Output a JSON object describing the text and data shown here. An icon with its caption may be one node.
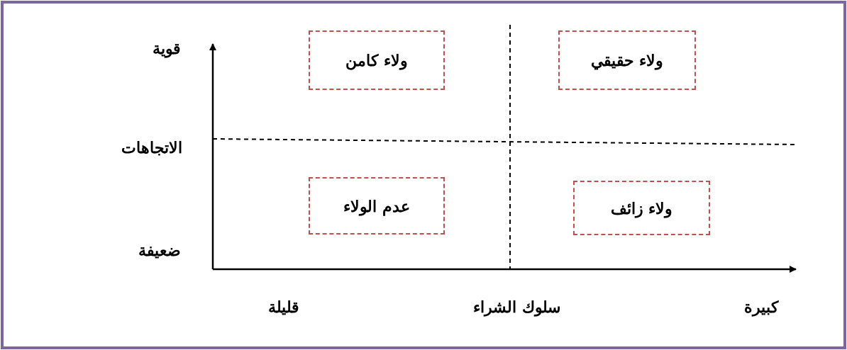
{
  "diagram": {
    "nodes": [
      {
        "text": [
          "ولاء كامن"
        ]
      },
      {
        "text": [
          "ولاء حقيقي"
        ]
      },
      {
        "text": [
          "عدم الولاء"
        ]
      },
      {
        "text": [
          "ولاء زائف"
        ]
      }
    ],
    "labels": [
      "قوية",
      "الاتجاهات",
      "ضعيفة",
      "قليلة",
      "سلوك الشراء",
      "كبيرة"
    ]
  }
}
